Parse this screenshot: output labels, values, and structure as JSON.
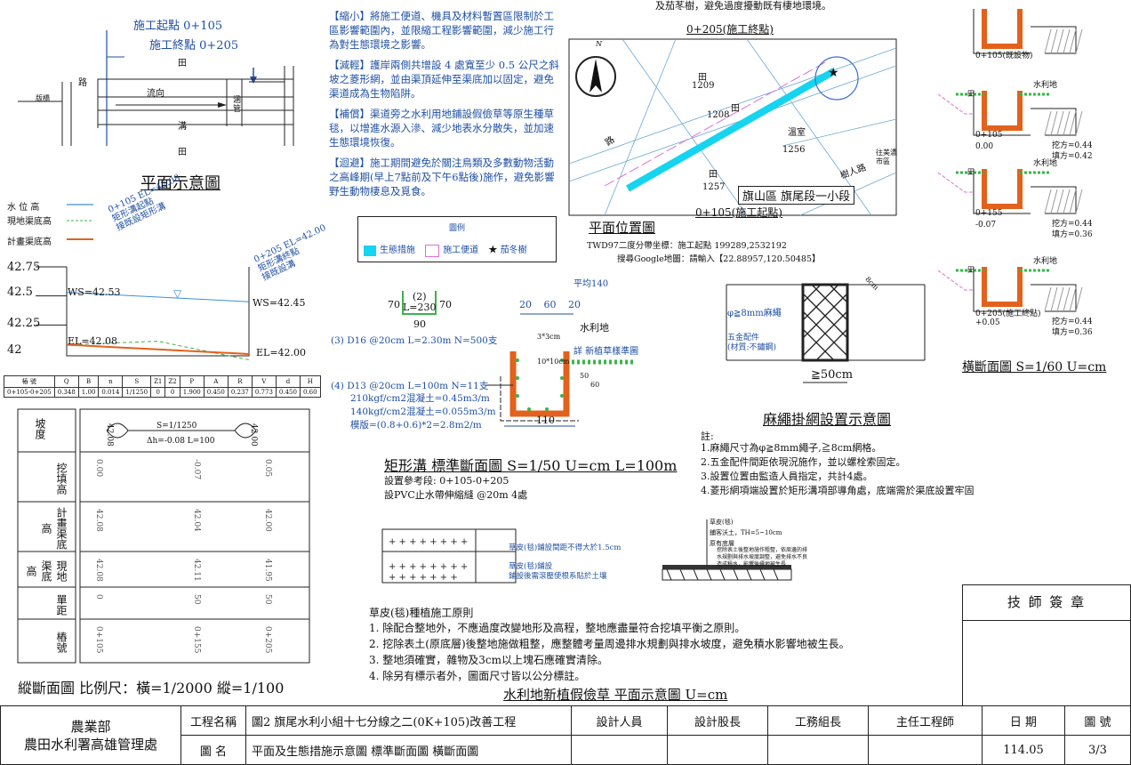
{
  "plan_sketch": {
    "start_label": "施工起點 0+105",
    "end_label": "施工終點 0+205",
    "field_top": "田",
    "field_bottom": "田",
    "road": "路",
    "flow": "流向",
    "ditch": "溝",
    "culvert": "涵管",
    "bridge": "版橋",
    "title": "平面示意圖"
  },
  "profile_legend": {
    "water_level": "水 位 高",
    "existing_bottom": "現地渠底高",
    "design_bottom": "計畫渠底高"
  },
  "profile_chart": {
    "start_note": [
      "0+105 EL=42.08",
      "矩形溝起點",
      "接既設矩形溝"
    ],
    "end_note": [
      "0+205 EL=42.00",
      "矩形溝終點",
      "接既設溝"
    ],
    "ws_left": "WS=42.53",
    "ws_right": "WS=42.45",
    "el_left": "EL=42.08",
    "el_right": "EL=42.00",
    "y_ticks": [
      "42.75",
      "42.5",
      "42.25",
      "42"
    ]
  },
  "chart_data": {
    "type": "line",
    "x": [
      "0+105",
      "0+155",
      "0+205"
    ],
    "series": [
      {
        "name": "水 位 高",
        "values": [
          42.53,
          null,
          42.45
        ]
      },
      {
        "name": "現地渠底高",
        "values": [
          42.08,
          42.11,
          41.95
        ]
      },
      {
        "name": "計畫渠底高",
        "values": [
          42.08,
          42.04,
          42.0
        ]
      }
    ],
    "ylim": [
      42,
      42.75
    ]
  },
  "hydraulic_table": {
    "headers": [
      "樁 號",
      "Q",
      "B",
      "n",
      "S",
      "Z1",
      "Z2",
      "P",
      "A",
      "R",
      "V",
      "d",
      "H"
    ],
    "row": [
      "0+105-0+205",
      "0.348",
      "1.00",
      "0.014",
      "1/1250",
      "0",
      "0",
      "1.900",
      "0.450",
      "0.237",
      "0.773",
      "0.450",
      "0.60"
    ]
  },
  "profile_grid": {
    "slope_row_label": "坡度",
    "slope": "S=1/1250",
    "slope_detail": "Δh=-0.08   L=100",
    "slope_left": "42.08",
    "slope_right": "42.00",
    "rows": [
      {
        "label": "挖填高",
        "values": [
          "0.00",
          "-0.07",
          "0.05"
        ]
      },
      {
        "label": "計畫渠底高",
        "values": [
          "42.08",
          "42.04",
          "42.00"
        ]
      },
      {
        "label": "現地渠底高",
        "values": [
          "42.08",
          "42.11",
          "41.95"
        ]
      },
      {
        "label": "單距",
        "values": [
          "0",
          "50",
          "50"
        ]
      },
      {
        "label": "樁號",
        "values": [
          "0+105",
          "0+155",
          "0+205"
        ]
      }
    ],
    "title": "縱斷面圖   比例尺：橫=1/2000   縱=1/100"
  },
  "eco_measures": [
    {
      "tag": "【縮小】",
      "text": "將施工便道、機具及材料暫置區限制於工區影響範圍內，並限縮工程影響範圍，減少施工行為對生態環境之影響。"
    },
    {
      "tag": "【減輕】",
      "text": "護岸兩側共增設 4 處寬至少 0.5 公尺之斜坡之菱形網，並由渠頂延伸至渠底加以固定，避免渠道成為生物陷阱。"
    },
    {
      "tag": "【補償】",
      "text": "渠道旁之水利用地鋪設假儉草等原生種草毯，以增進水源入滲、減少地表水分散失，並加速生態環境恢復。"
    },
    {
      "tag": "【迴避】",
      "text": "施工期間避免於關注鳥類及多數動物活動之高峰期(早上7點前及下午6點後)施作，避免影響野生動物棲息及覓食。"
    }
  ],
  "map": {
    "top_note": "及茄苳樹，避免過度擾動既有棲地環境。",
    "end_label": "0+205(施工終點)",
    "start_label": "0+105(施工起點)",
    "north": "N",
    "lots": [
      "田",
      "1209",
      "田",
      "1208",
      "溫室",
      "1256",
      "田",
      "1257"
    ],
    "road": "路",
    "road2": "樹人路",
    "towards": "往美濃\n市區",
    "district": "旗山區 旗尾段一小段"
  },
  "map_legend": {
    "title": "圖例",
    "items": [
      "生態措施",
      "施工便道",
      "茄冬樹"
    ]
  },
  "location": {
    "title": "平面位置圖",
    "coord_line1": "TWD97二度分帶坐標：施工起點 199289,2532192",
    "coord_line2": "搜尋Google地圖：請輸入【22.88957,120.50485】"
  },
  "std_section": {
    "rebar_box": "(2)\nL=230",
    "rebar_70a": "70",
    "rebar_70b": "70",
    "rebar_90": "90",
    "dims_top": [
      "20",
      "60",
      "20"
    ],
    "avg": "平均140",
    "water_land": "水利地",
    "lines": [
      "(3) D16 @20cm L=2.30m N=500支",
      "(4) D13 @20cm L=100m N=11支",
      "210kgf/cm2混凝土=0.45m3/m",
      "140kgf/cm2混凝土=0.055m3/m",
      "模版=(0.8+0.6)*2=2.8m2/m"
    ],
    "detail_a": "3*3cm",
    "detail_b": "10*10cm",
    "grass_note": "詳 新植草樣準圖",
    "depth_a": "50",
    "depth_b": "60",
    "width": "110",
    "title": "矩形溝 標準斷面圖 S=1/50 U=cm L=100m",
    "sub1": "設置參考段: 0+105-0+205",
    "sub2": "設PVC止水帶伸縮縫 @20m 4處"
  },
  "rope_net": {
    "rope_label": "φ≧8mm麻繩",
    "hardware": "五金配件\n(材質:不鏽鋼)",
    "dim": "8cm",
    "width": "≧50cm",
    "title": "麻繩掛網設置示意圖",
    "notes_title": "註:",
    "notes": [
      "1.麻繩尺寸為φ≧8mm繩子,≧8cm網格。",
      "2.五金配件間距依現況施作，並以螺栓索固定。",
      "3.設置位置由監造人員指定，共計4處。",
      "4.菱形網項端設置於矩形溝項部導角處，底端需於渠底設置牢固"
    ]
  },
  "cross_sections": {
    "items": [
      {
        "station": "0+105(既設物)",
        "elev": "",
        "cut": "",
        "fill": ""
      },
      {
        "station": "0+105",
        "elev": "0.00",
        "cut": "挖方=0.44",
        "fill": "填方=0.42"
      },
      {
        "station": "0+155",
        "elev": "-0.07",
        "cut": "挖方=0.44",
        "fill": "填方=0.36"
      },
      {
        "station": "0+205(施工終點)",
        "elev": "+0.05",
        "cut": "挖方=0.44",
        "fill": "填方=0.36"
      }
    ],
    "water_land": "水利地",
    "field": "田",
    "title": "橫斷面圖 S=1/60 U=cm"
  },
  "turf": {
    "note1": "草皮(毯)鋪設間距不得大於1.5cm",
    "note2": "草皮(毯)鋪設\n鋪設後需滾壓使根系貼於土壤",
    "layer1": "草皮(毯)",
    "layer2": "鋪客沃土，TH=5~10cm",
    "layer3": "原有底層",
    "layer3_detail": "挖除表土後整地施作粗整，依周邊的排水規劃與排水坡度調整，避免排水不良造成積水，影響後續地被生長",
    "principles_title": "草皮(毯)種植施工原則",
    "principles": [
      "1. 除配合整地外，不應過度改變地形及高程，整地應盡量符合挖填平衡之原則。",
      "2. 挖除表土(原底層)後整地施做粗整，應整體考量周邊排水規劃與排水坡度，避免積水影響地被生長。",
      "3. 整地須確實，雜物及3cm以上塊石應確實清除。",
      "4. 除另有標示者外，圖面尺寸皆以公分標註。"
    ],
    "title": "水利地新植假儉草 平面示意圖 U=cm"
  },
  "signature": {
    "title": "技 師 簽 章"
  },
  "title_block": {
    "org1": "農業部",
    "org2": "農田水利署高雄管理處",
    "proj_label": "工程名稱",
    "proj_name": "圖2 旗尾水利小組十七分線之二(0K+105)改善工程",
    "fig_label": "圖  名",
    "fig_name": "平面及生態措施示意圖 標準斷面圖 橫斷面圖",
    "roles": [
      "設計人員",
      "設計股長",
      "工務組長",
      "主任工程師"
    ],
    "date_label": "日 期",
    "date": "114.05",
    "no_label": "圖 號",
    "no": "3/3"
  }
}
